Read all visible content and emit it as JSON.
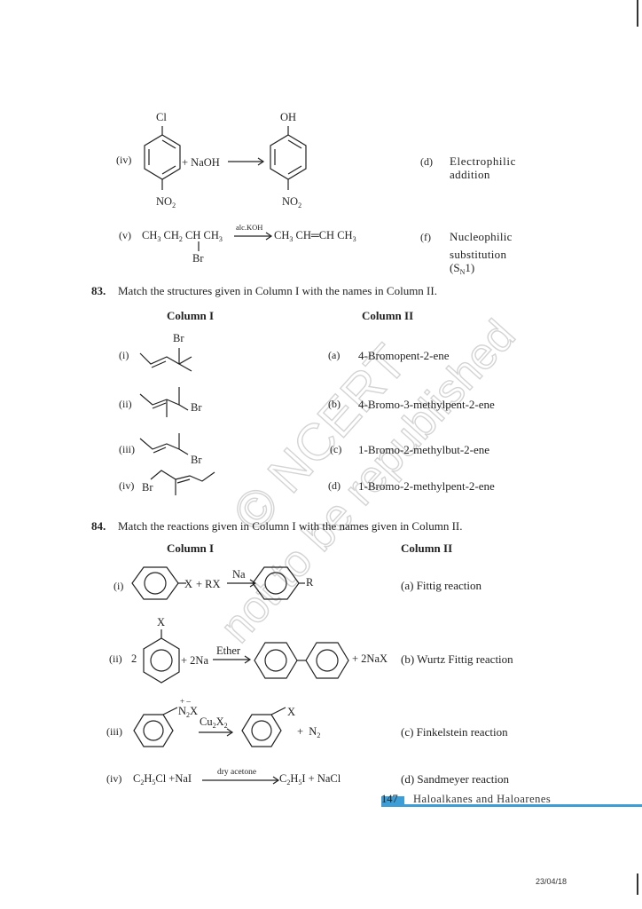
{
  "reaction_iv": {
    "label": "(iv)",
    "reactant_sub_top": "Cl",
    "reactant_sub_bottom": "NO2",
    "reagent": "+ NaOH",
    "product_sub_top": "OH",
    "product_sub_bottom": "NO2",
    "option_label": "(d)",
    "option_text_1": "Electrophilic",
    "option_text_2": "addition"
  },
  "reaction_v": {
    "label": "(v)",
    "reactant": "CH3 CH2 CH CH3",
    "reactant_sub": "Br",
    "condition": "alc.KOH",
    "product": "CH3 CH═CH CH3",
    "option_label": "(f)",
    "option_text_1": "Nucleophilic",
    "option_text_2": "substitution",
    "option_text_3": "(SN1)"
  },
  "q83": {
    "number": "83.",
    "text": "Match the structures given in Column I with the names in Column II.",
    "col1": "Column I",
    "col2": "Column II",
    "rows": [
      {
        "label": "(i)",
        "br": "Br",
        "opt": "(a)",
        "name": "4-Bromopent-2-ene"
      },
      {
        "label": "(ii)",
        "br": "Br",
        "opt": "(b)",
        "name": "4-Bromo-3-methylpent-2-ene"
      },
      {
        "label": "(iii)",
        "br": "Br",
        "opt": "(c)",
        "name": "1-Bromo-2-methylbut-2-ene"
      },
      {
        "label": "(iv)",
        "br": "Br",
        "opt": "(d)",
        "name": "1-Bromo-2-methylpent-2-ene"
      }
    ]
  },
  "q84": {
    "number": "84.",
    "text": "Match the reactions given in Column I with the names given in Column II.",
    "col1": "Column I",
    "col2": "Column II",
    "r1": {
      "label": "(i)",
      "x": "X",
      "plus": "+ RX",
      "reagent": "Na",
      "r": "R",
      "opt": "(a) Fittig reaction"
    },
    "r2": {
      "label": "(ii)",
      "coef": "2",
      "x": "X",
      "plus": "+ 2Na",
      "reagent": "Ether",
      "tail": "+ 2NaX",
      "opt": "(b) Wurtz Fittig reaction"
    },
    "r3": {
      "label": "(iii)",
      "charge": "+ –",
      "diazo": "N2X",
      "reagent": "Cu2X2",
      "x": "X",
      "tail": "+ N2",
      "opt": "(c) Finkelstein reaction"
    },
    "r4": {
      "label": "(iv)",
      "lhs": "C2H5Cl +NaI",
      "reagent": "dry acetone",
      "rhs": "C2H5I + NaCl",
      "opt": "(d) Sandmeyer reaction"
    }
  },
  "footer": {
    "page": "147",
    "title": "Haloalkanes and Haloarenes",
    "date": "23/04/18"
  },
  "watermark": {
    "line1": "© NCERT",
    "line2": "not to be republished"
  }
}
